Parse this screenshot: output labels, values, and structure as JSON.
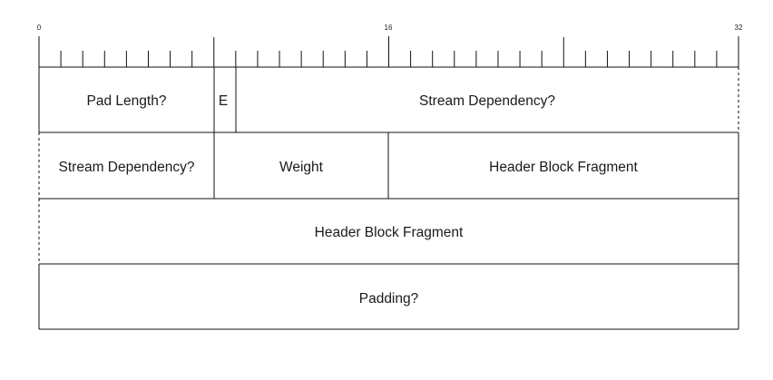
{
  "ruler": {
    "labels": [
      "0",
      "16",
      "32"
    ]
  },
  "rows": [
    {
      "cells": [
        {
          "text": "Pad Length?"
        },
        {
          "text": "E"
        },
        {
          "text": "Stream Dependency?"
        }
      ]
    },
    {
      "cells": [
        {
          "text": "Stream Dependency?"
        },
        {
          "text": "Weight"
        },
        {
          "text": "Header Block Fragment"
        }
      ]
    },
    {
      "cells": [
        {
          "text": "Header Block Fragment"
        }
      ]
    },
    {
      "cells": [
        {
          "text": "Padding?"
        }
      ]
    }
  ]
}
